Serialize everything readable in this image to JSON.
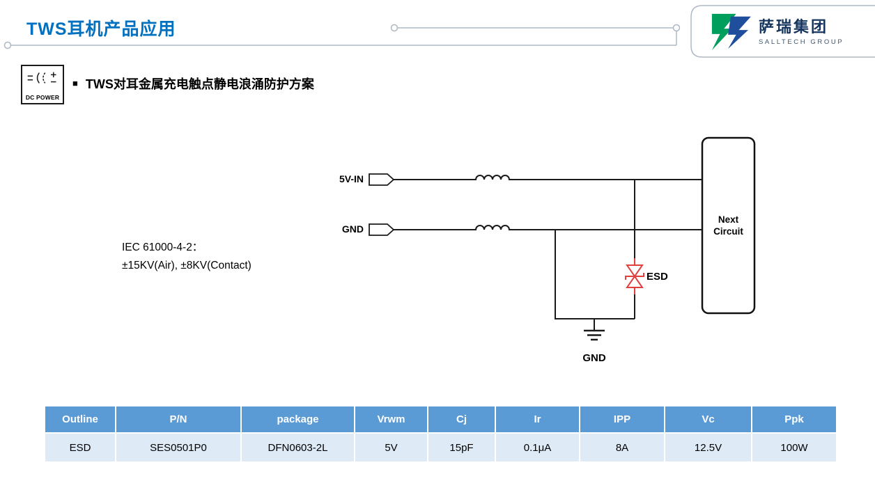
{
  "slide": {
    "title": "TWS耳机产品应用",
    "logo": {
      "name": "萨瑞集团",
      "subtitle": "SALLTECH GROUP"
    },
    "section": {
      "bullet": "■",
      "heading": "TWS对耳金属充电触点静电浪涌防护方案"
    },
    "dc_icon_label": "DC POWER"
  },
  "diagram": {
    "iec_line1": "IEC 61000-4-2：",
    "iec_line2": "±15KV(Air), ±8KV(Contact)",
    "vin_label": "5V-IN",
    "gnd_in_label": "GND",
    "esd_label": "ESD",
    "gnd_bottom_label": "GND",
    "next_circuit_line1": "Next",
    "next_circuit_line2": "Circuit"
  },
  "table": {
    "headers": [
      "Outline",
      "P/N",
      "package",
      "Vrwm",
      "Cj",
      "Ir",
      "IPP",
      "Vc",
      "Ppk"
    ],
    "row": [
      "ESD",
      "SES0501P0",
      "DFN0603-2L",
      "5V",
      "15pF",
      "0.1μA",
      "8A",
      "12.5V",
      "100W"
    ]
  },
  "colors": {
    "accent_blue": "#0070C0",
    "table_header_bg": "#5B9BD5",
    "table_row_bg": "#DEEBF7",
    "esd_red": "#E0403E",
    "logo_green": "#009E5C",
    "logo_blue": "#1F4E9C",
    "deco_gray": "#AEB8C4"
  }
}
